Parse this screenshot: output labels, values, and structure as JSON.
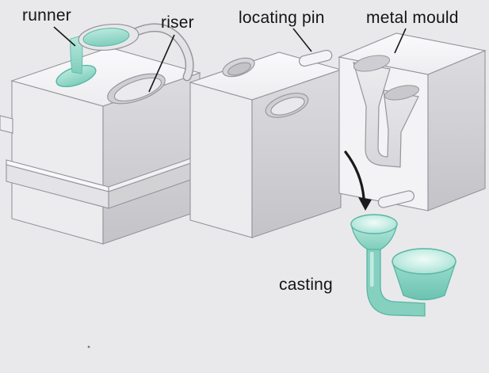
{
  "figure": {
    "type": "technical-illustration",
    "subject": "permanent metal mould gravity casting process",
    "background_color": "#e9e9ec",
    "labels": {
      "runner": "runner",
      "riser": "riser",
      "locating_pin": "locating pin",
      "metal_mould": "metal mould",
      "casting": "casting"
    },
    "palette": {
      "molten_metal": "#8fd8c8",
      "molten_metal_light": "#d8f3ec",
      "molten_metal_dark": "#57b7a5",
      "mould_top": "#f7f7f9",
      "mould_front": "#ececef",
      "mould_side": "#cfcfd3",
      "cavity": "#e2e2e6",
      "outline": "#93939a",
      "leader_line": "#1a1a1a",
      "label_text": "#141414"
    }
  }
}
